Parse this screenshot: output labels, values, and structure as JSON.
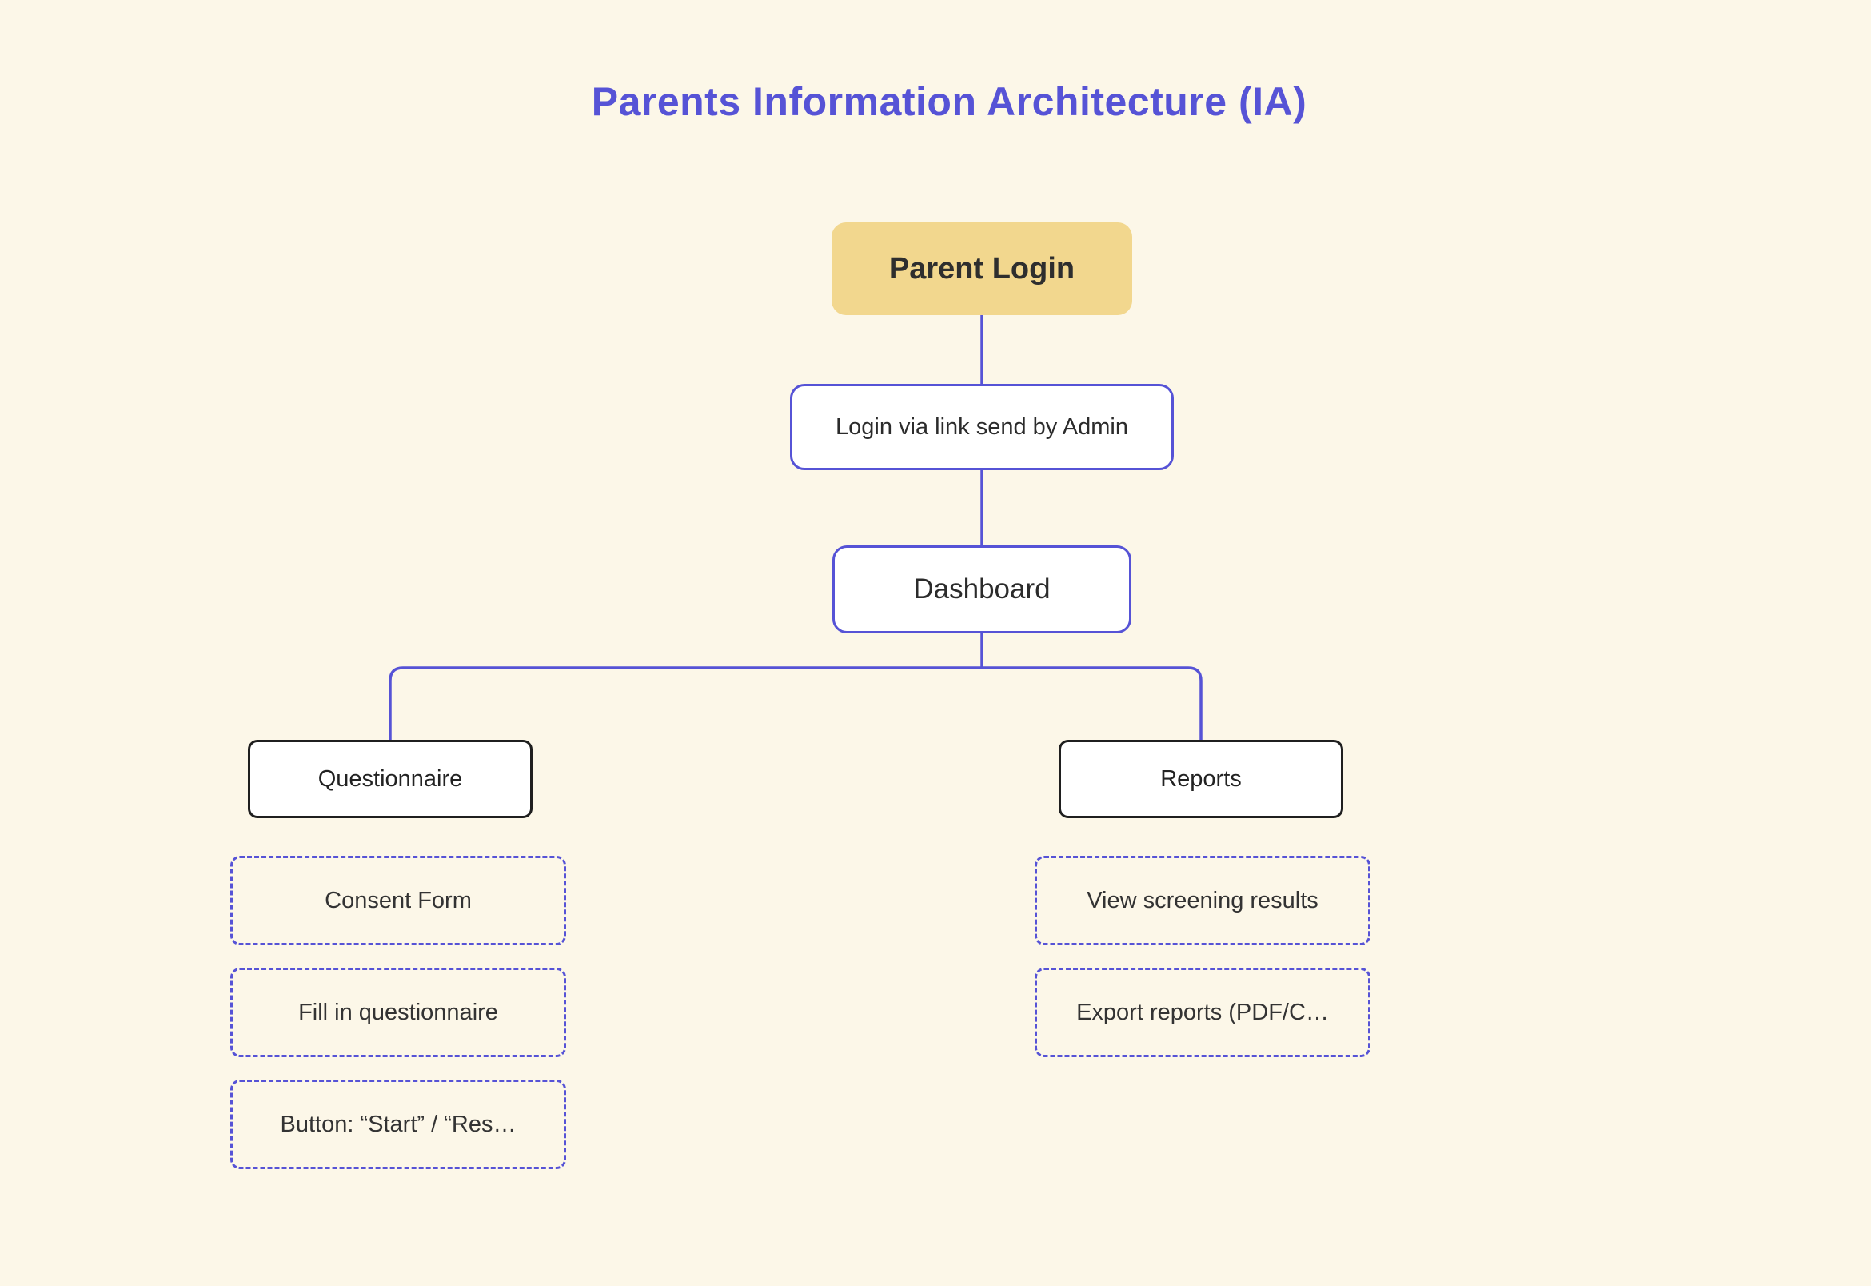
{
  "diagram": {
    "title": "Parents Information Architecture (IA)",
    "colors": {
      "background": "#FCF7E8",
      "accent_purple": "#5653D6",
      "node_yellow_fill": "#F2D78E",
      "node_white_fill": "#FFFFFF",
      "node_dark_border": "#1F1F1F"
    },
    "nodes": {
      "parent_login": {
        "label": "Parent Login"
      },
      "login_link": {
        "label": "Login via link send by Admin"
      },
      "dashboard": {
        "label": "Dashboard"
      },
      "questionnaire": {
        "label": "Questionnaire"
      },
      "reports": {
        "label": "Reports"
      },
      "consent_form": {
        "label": "Consent Form"
      },
      "fill_in_questionnaire": {
        "label": "Fill in questionnaire"
      },
      "start_resume_button": {
        "label": "Button: “Start” / “Res…"
      },
      "view_screening_results": {
        "label": "View screening results"
      },
      "export_reports": {
        "label": "Export reports (PDF/C…"
      }
    }
  }
}
